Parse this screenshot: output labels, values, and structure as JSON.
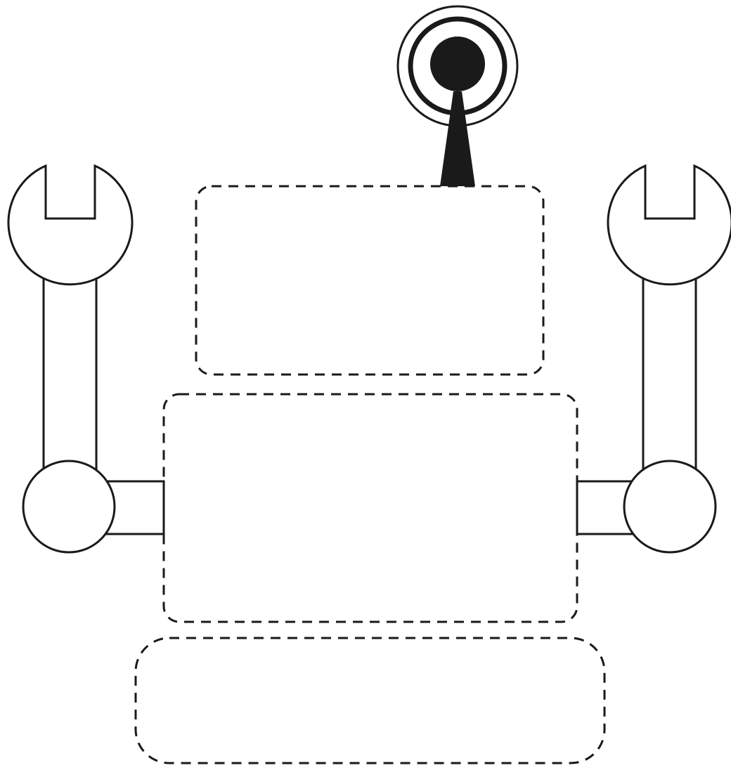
{
  "figure": {
    "description_colors": {
      "stroke": "#1a1a1a",
      "fill_dark": "#1a1a1a",
      "background": "#ffffff"
    },
    "parts": {
      "antenna": {
        "icon": "antenna-icon"
      },
      "head": {
        "style": "dashed",
        "text": ""
      },
      "body": {
        "style": "dashed",
        "text": ""
      },
      "base": {
        "style": "dashed",
        "text": ""
      },
      "left_arm": {
        "icon": "wrench-icon"
      },
      "right_arm": {
        "icon": "wrench-icon"
      }
    }
  }
}
